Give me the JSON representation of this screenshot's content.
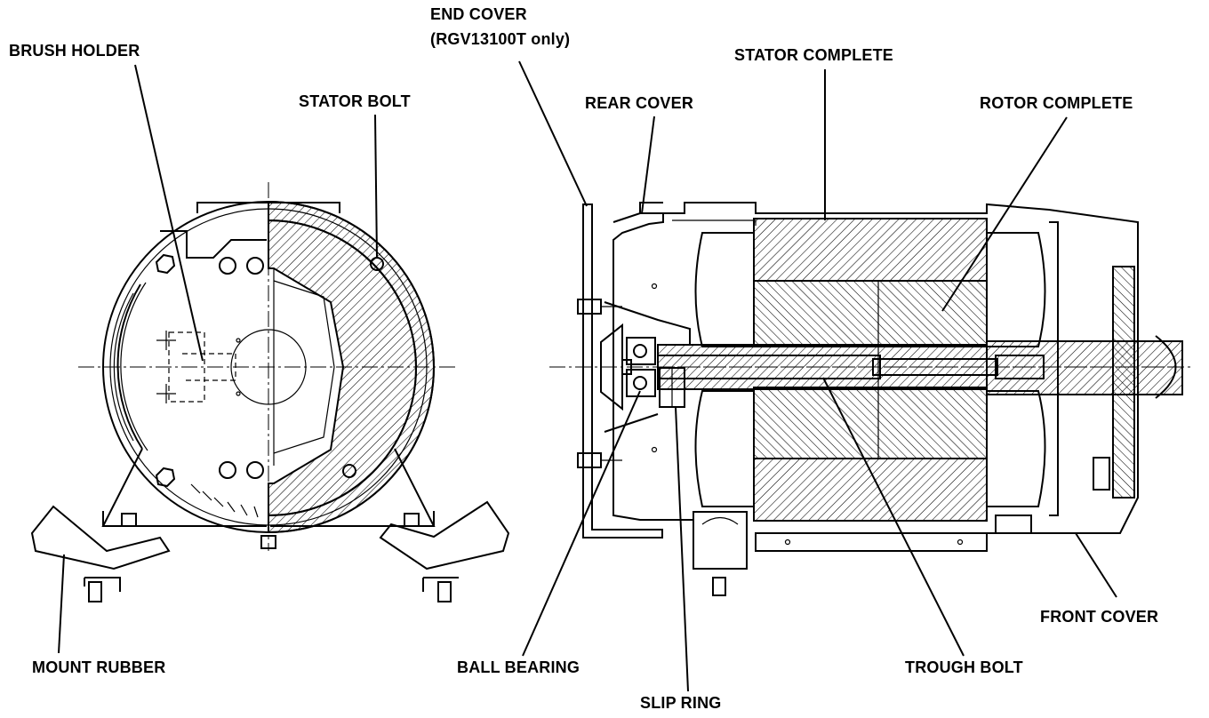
{
  "labels": {
    "brush_holder": "BRUSH HOLDER",
    "end_cover_line1": "END COVER",
    "end_cover_line2": "(RGV13100T only)",
    "stator_bolt": "STATOR BOLT",
    "rear_cover": "REAR COVER",
    "stator_complete": "STATOR COMPLETE",
    "rotor_complete": "ROTOR COMPLETE",
    "front_cover": "FRONT COVER",
    "mount_rubber": "MOUNT RUBBER",
    "ball_bearing": "BALL BEARING",
    "slip_ring": "SLIP RING",
    "trough_bolt": "TROUGH BOLT"
  },
  "colors": {
    "line": "#000000",
    "background": "#ffffff"
  }
}
